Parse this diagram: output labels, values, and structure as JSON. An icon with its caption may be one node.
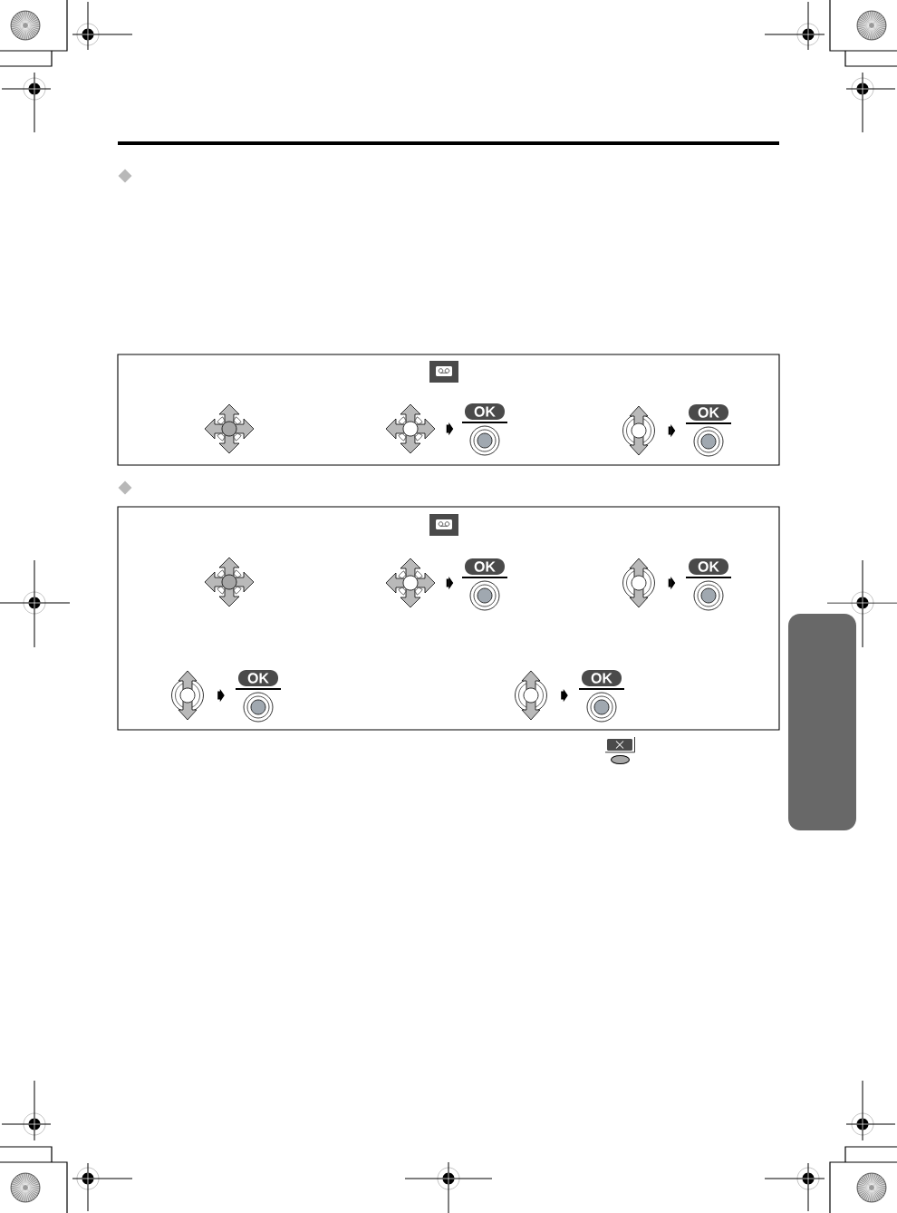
{
  "diagram": {
    "nodes": [
      {
        "text": [],
        "shape": "box"
      },
      {
        "text": [],
        "shape": "picture",
        "in": 0
      },
      {
        "text": [],
        "shape": "picture",
        "in": 0
      },
      {
        "text": [
          "OK"
        ],
        "in": 0
      },
      {
        "text": [],
        "shape": "picture",
        "in": 0
      },
      {
        "text": [
          "OK"
        ],
        "in": 0
      },
      {
        "text": [],
        "shape": "box"
      },
      {
        "text": [],
        "shape": "picture",
        "in": 6
      },
      {
        "text": [],
        "shape": "picture",
        "in": 6
      },
      {
        "text": [
          "OK"
        ],
        "in": 6
      },
      {
        "text": [],
        "shape": "picture",
        "in": 6
      },
      {
        "text": [
          "OK"
        ],
        "in": 6
      },
      {
        "text": [],
        "shape": "picture",
        "in": 6
      },
      {
        "text": [
          "OK"
        ],
        "in": 6
      },
      {
        "text": [],
        "shape": "picture",
        "in": 6
      },
      {
        "text": [
          "OK"
        ],
        "in": 6
      },
      {
        "text": [],
        "shape": "box"
      }
    ],
    "edges": [
      {
        "from": 2,
        "to": 3,
        "arrow": "to"
      },
      {
        "from": 4,
        "to": 5,
        "arrow": "to"
      },
      {
        "from": 8,
        "to": 9,
        "arrow": "to"
      },
      {
        "from": 10,
        "to": 11,
        "arrow": "to"
      },
      {
        "from": 12,
        "to": 13,
        "arrow": "to"
      },
      {
        "from": 14,
        "to": 15,
        "arrow": "to"
      }
    ]
  }
}
